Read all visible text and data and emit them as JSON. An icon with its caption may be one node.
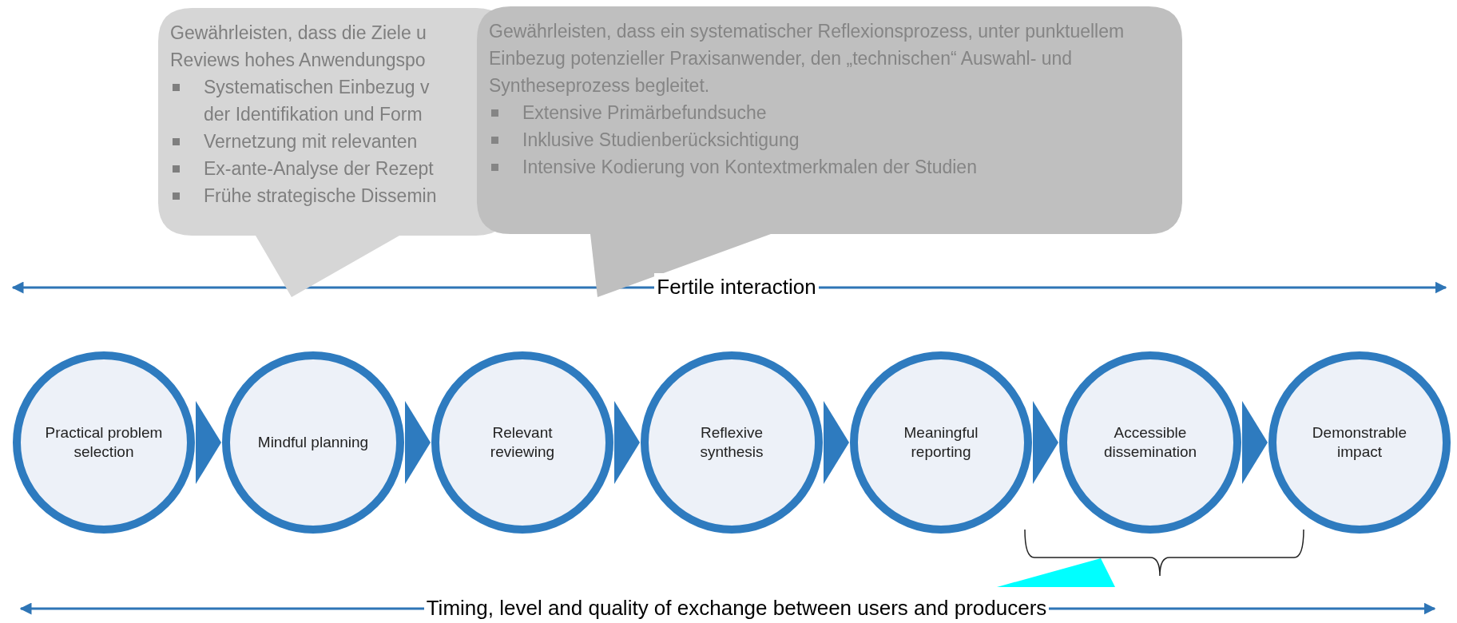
{
  "diagram": {
    "nodes": [
      {
        "text": [
          "Gewährleisten, dass die Ziele u Reviews hohes Anwendungspo",
          "Systematischen Einbezug v der Identifikation und Form",
          "Vernetzung mit relevanten",
          "Ex-ante-Analyse der Rezept",
          "Frühe strategische Dissemin"
        ]
      },
      {
        "text": [
          "Gewährleisten, dass ein systematischer Reflexionsprozess, unter punktuellem Einbezug potenzieller Praxisanwender, den „technischen“ Auswahl- und Syntheseprozess begleitet.",
          "Extensive Primärbefundsuche",
          "Inklusive Studienberücksichtigung",
          "Intensive Kodierung von Kontextmerkmalen der Studien"
        ]
      },
      {
        "text": [
          "Practical problem selection"
        ]
      },
      {
        "text": [
          "Mindful planning"
        ]
      },
      {
        "text": [
          "Relevant reviewing"
        ]
      },
      {
        "text": [
          "Reflexive synthesis"
        ]
      },
      {
        "text": [
          "Meaningful reporting"
        ]
      },
      {
        "text": [
          "Accessible dissemination"
        ]
      },
      {
        "text": [
          "Demonstrable impact"
        ]
      },
      {
        "text": [],
        "shape": "triangle"
      }
    ],
    "edges": [
      {
        "from": 2,
        "to": 3,
        "arrow": "to"
      },
      {
        "from": 3,
        "to": 4,
        "arrow": "to"
      },
      {
        "from": 4,
        "to": 5,
        "arrow": "to"
      },
      {
        "from": 5,
        "to": 6,
        "arrow": "to"
      },
      {
        "from": 6,
        "to": 7,
        "arrow": "to"
      },
      {
        "from": 7,
        "to": 8,
        "arrow": "to"
      }
    ],
    "labels": [
      "Fertile interaction",
      "Timing, level and quality of exchange between users and producers"
    ]
  }
}
